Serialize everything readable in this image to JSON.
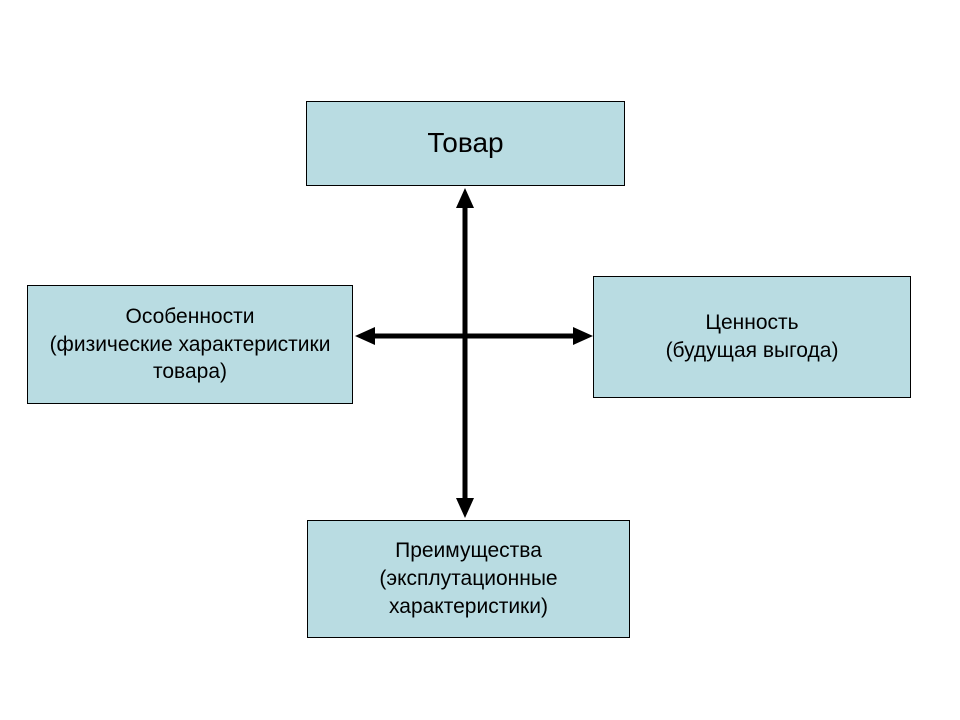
{
  "diagram": {
    "colors": {
      "slide_bg": "#ffffff",
      "node_fill": "#b9dce2",
      "node_border": "#000000",
      "arrow_color": "#000000"
    },
    "nodes": {
      "product": {
        "label": "Товар"
      },
      "features": {
        "label": "Особенности\n(физические характеристики\nтовара)"
      },
      "value": {
        "label": "Ценность\n(будущая выгода)"
      },
      "advantages": {
        "label": "Преимущества\n(эксплутационные\nхарактеристики)"
      }
    },
    "arrows": [
      {
        "name": "vertical-arrow",
        "from": "product",
        "to": "advantages",
        "bidirectional": true
      },
      {
        "name": "horizontal-arrow",
        "from": "features",
        "to": "value",
        "bidirectional": true
      }
    ]
  }
}
